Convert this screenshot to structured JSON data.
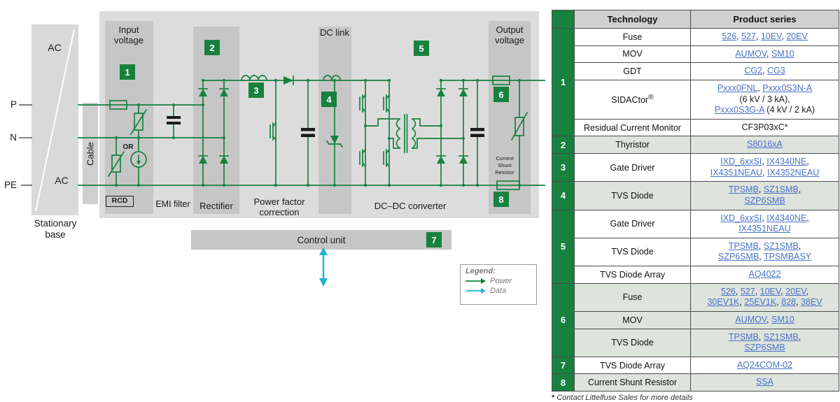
{
  "colors": {
    "accent_green": "#17813D",
    "data_cyan": "#1FB4D2",
    "link_blue": "#4A72C8",
    "table_row_shade": "#DDE3DD",
    "table_header_gray": "#D0D0D0"
  },
  "diagram": {
    "source": {
      "ac_top": "AC",
      "ac_bottom": "AC",
      "p": "P",
      "n": "N",
      "pe": "PE",
      "stationary_base": "Stationary base",
      "cable": "Cable"
    },
    "blocks": {
      "input_voltage": "Input voltage",
      "emi_filter": "EMI filter",
      "rectifier": "Rectifier",
      "pfc": "Power factor correction",
      "dc_link": "DC link",
      "dcdc_converter": "DC–DC converter",
      "output_voltage": "Output voltage",
      "control_unit": "Control unit"
    },
    "annotations": {
      "rcd": "RCD",
      "or": "OR",
      "current_shunt_resistor": "Current Shunt Resistor"
    },
    "badges": {
      "b1": "1",
      "b2": "2",
      "b3": "3",
      "b4": "4",
      "b5": "5",
      "b6": "6",
      "b7": "7",
      "b8": "8"
    },
    "legend": {
      "title": "Legend:",
      "power": "Power",
      "data": "Data"
    }
  },
  "table": {
    "header": {
      "technology": "Technology",
      "product_series": "Product series"
    },
    "groups": [
      {
        "num": "1",
        "rows": [
          {
            "tech": "Fuse",
            "parts": [
              [
                "526",
                "l"
              ],
              [
                ", ",
                "t"
              ],
              [
                "527",
                "l"
              ],
              [
                ", ",
                "t"
              ],
              [
                "10EV",
                "l"
              ],
              [
                ", ",
                "t"
              ],
              [
                "20EV",
                "l"
              ]
            ]
          },
          {
            "tech": "MOV",
            "parts": [
              [
                "AUMOV",
                "l"
              ],
              [
                ", ",
                "t"
              ],
              [
                "SM10",
                "l"
              ]
            ]
          },
          {
            "tech": "GDT",
            "parts": [
              [
                "CG2",
                "l"
              ],
              [
                ", ",
                "t"
              ],
              [
                "CG3",
                "l"
              ]
            ]
          },
          {
            "tech": "SIDACtor®",
            "parts": [
              [
                "Pxxx0FNL",
                "l"
              ],
              [
                ", ",
                "t"
              ],
              [
                "Pxxx0S3N-A",
                "l"
              ],
              [
                "",
                "b"
              ],
              [
                "(6 kV / 3 kA),",
                "t"
              ],
              [
                "",
                "b"
              ],
              [
                "Pxxx0S3G-A",
                "l"
              ],
              [
                " (4 kV / 2 kA)",
                "t"
              ]
            ]
          },
          {
            "tech": "Residual Current Monitor",
            "parts": [
              [
                "CF3P03xC*",
                "t"
              ]
            ]
          }
        ]
      },
      {
        "num": "2",
        "rows": [
          {
            "tech": "Thyristor",
            "parts": [
              [
                "S8016xA",
                "l"
              ]
            ]
          }
        ]
      },
      {
        "num": "3",
        "rows": [
          {
            "tech": "Gate Driver",
            "parts": [
              [
                "IXD_6xxSI",
                "l"
              ],
              [
                ", ",
                "t"
              ],
              [
                "IX4340NE",
                "l"
              ],
              [
                ",",
                "t"
              ],
              [
                "",
                "b"
              ],
              [
                "IX4351NEAU",
                "l"
              ],
              [
                ", ",
                "t"
              ],
              [
                "IX4352NEAU",
                "l"
              ]
            ]
          }
        ]
      },
      {
        "num": "4",
        "rows": [
          {
            "tech": "TVS Diode",
            "parts": [
              [
                "TPSMB",
                "l"
              ],
              [
                ", ",
                "t"
              ],
              [
                "SZ1SMB",
                "l"
              ],
              [
                ",",
                "t"
              ],
              [
                "",
                "b"
              ],
              [
                "SZP6SMB",
                "l"
              ]
            ]
          }
        ]
      },
      {
        "num": "5",
        "rows": [
          {
            "tech": "Gate Driver",
            "parts": [
              [
                "IXD_6xxSI",
                "l"
              ],
              [
                ", ",
                "t"
              ],
              [
                "IX4340NE",
                "l"
              ],
              [
                ",",
                "t"
              ],
              [
                "",
                "b"
              ],
              [
                "IX4351NEAU",
                "l"
              ]
            ]
          },
          {
            "tech": "TVS Diode",
            "parts": [
              [
                "TPSMB",
                "l"
              ],
              [
                ", ",
                "t"
              ],
              [
                "SZ1SMB",
                "l"
              ],
              [
                ",",
                "t"
              ],
              [
                "",
                "b"
              ],
              [
                "SZP6SMB",
                "l"
              ],
              [
                ", ",
                "t"
              ],
              [
                "TPSMBASY",
                "l"
              ]
            ]
          },
          {
            "tech": "TVS Diode Array",
            "parts": [
              [
                "AQ4022",
                "l"
              ]
            ]
          }
        ]
      },
      {
        "num": "6",
        "rows": [
          {
            "tech": "Fuse",
            "parts": [
              [
                "526",
                "l"
              ],
              [
                ", ",
                "t"
              ],
              [
                "527",
                "l"
              ],
              [
                ", ",
                "t"
              ],
              [
                "10EV",
                "l"
              ],
              [
                ", ",
                "t"
              ],
              [
                "20EV",
                "l"
              ],
              [
                ",",
                "t"
              ],
              [
                "",
                "b"
              ],
              [
                "30EV1K",
                "l"
              ],
              [
                ", ",
                "t"
              ],
              [
                "25EV1K",
                "l"
              ],
              [
                ", ",
                "t"
              ],
              [
                "828",
                "l"
              ],
              [
                ", ",
                "t"
              ],
              [
                "38EV",
                "l"
              ]
            ]
          },
          {
            "tech": "MOV",
            "parts": [
              [
                "AUMOV",
                "l"
              ],
              [
                ", ",
                "t"
              ],
              [
                "SM10",
                "l"
              ]
            ]
          },
          {
            "tech": "TVS Diode",
            "parts": [
              [
                "TPSMB",
                "l"
              ],
              [
                ", ",
                "t"
              ],
              [
                "SZ1SMB",
                "l"
              ],
              [
                ",",
                "t"
              ],
              [
                "",
                "b"
              ],
              [
                "SZP6SMB",
                "l"
              ]
            ]
          }
        ]
      },
      {
        "num": "7",
        "rows": [
          {
            "tech": "TVS Diode Array",
            "parts": [
              [
                "AQ24COM-02",
                "l"
              ]
            ]
          }
        ]
      },
      {
        "num": "8",
        "rows": [
          {
            "tech": "Current Shunt Resistor",
            "parts": [
              [
                "SSA",
                "l"
              ]
            ]
          }
        ]
      }
    ],
    "footnote_mark": "*",
    "footnote_text": " Contact Littelfuse Sales for more details"
  }
}
